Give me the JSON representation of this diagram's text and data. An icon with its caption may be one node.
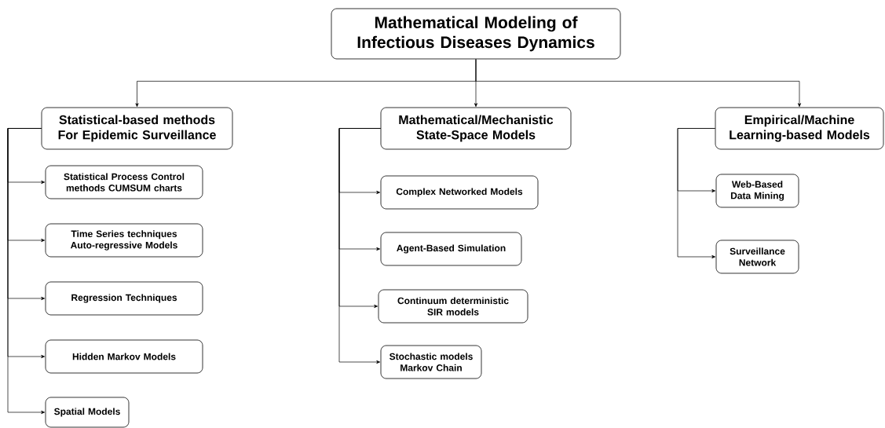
{
  "diagram": {
    "nodes": [
      {
        "text": [
          "Mathematical Modeling of Infectious Diseases Dynamics"
        ]
      },
      {
        "text": [
          "Statistical-based methods For Epidemic Surveillance"
        ]
      },
      {
        "text": [
          "Mathematical/Mechanistic State-Space Models"
        ]
      },
      {
        "text": [
          "Empirical/Machine Learning-based Models"
        ]
      },
      {
        "text": [
          "Statistical Process Control methods CUMSUM charts"
        ]
      },
      {
        "text": [
          "Time Series techniques Auto-regressive Models"
        ]
      },
      {
        "text": [
          "Regression Techniques"
        ]
      },
      {
        "text": [
          "Hidden Markov Models"
        ]
      },
      {
        "text": [
          "Spatial Models"
        ]
      },
      {
        "text": [
          "Complex Networked Models"
        ]
      },
      {
        "text": [
          "Agent-Based Simulation"
        ]
      },
      {
        "text": [
          "Continuum deterministic SIR models"
        ]
      },
      {
        "text": [
          "Stochastic models Markov Chain"
        ]
      },
      {
        "text": [
          "Web-Based Data Mining"
        ]
      },
      {
        "text": [
          "Surveillance Network"
        ]
      }
    ],
    "edges": [
      {
        "from": 0,
        "to": 1,
        "arrow": "to"
      },
      {
        "from": 0,
        "to": 2,
        "arrow": "to"
      },
      {
        "from": 0,
        "to": 3,
        "arrow": "to"
      },
      {
        "from": 1,
        "to": 4,
        "arrow": "to"
      },
      {
        "from": 1,
        "to": 5,
        "arrow": "to"
      },
      {
        "from": 1,
        "to": 6,
        "arrow": "to"
      },
      {
        "from": 1,
        "to": 7,
        "arrow": "to"
      },
      {
        "from": 1,
        "to": 8,
        "arrow": "to"
      },
      {
        "from": 2,
        "to": 9,
        "arrow": "to"
      },
      {
        "from": 2,
        "to": 10,
        "arrow": "to"
      },
      {
        "from": 2,
        "to": 11,
        "arrow": "to"
      },
      {
        "from": 2,
        "to": 12,
        "arrow": "to"
      },
      {
        "from": 3,
        "to": 13,
        "arrow": "to"
      },
      {
        "from": 3,
        "to": 14,
        "arrow": "to"
      }
    ]
  }
}
